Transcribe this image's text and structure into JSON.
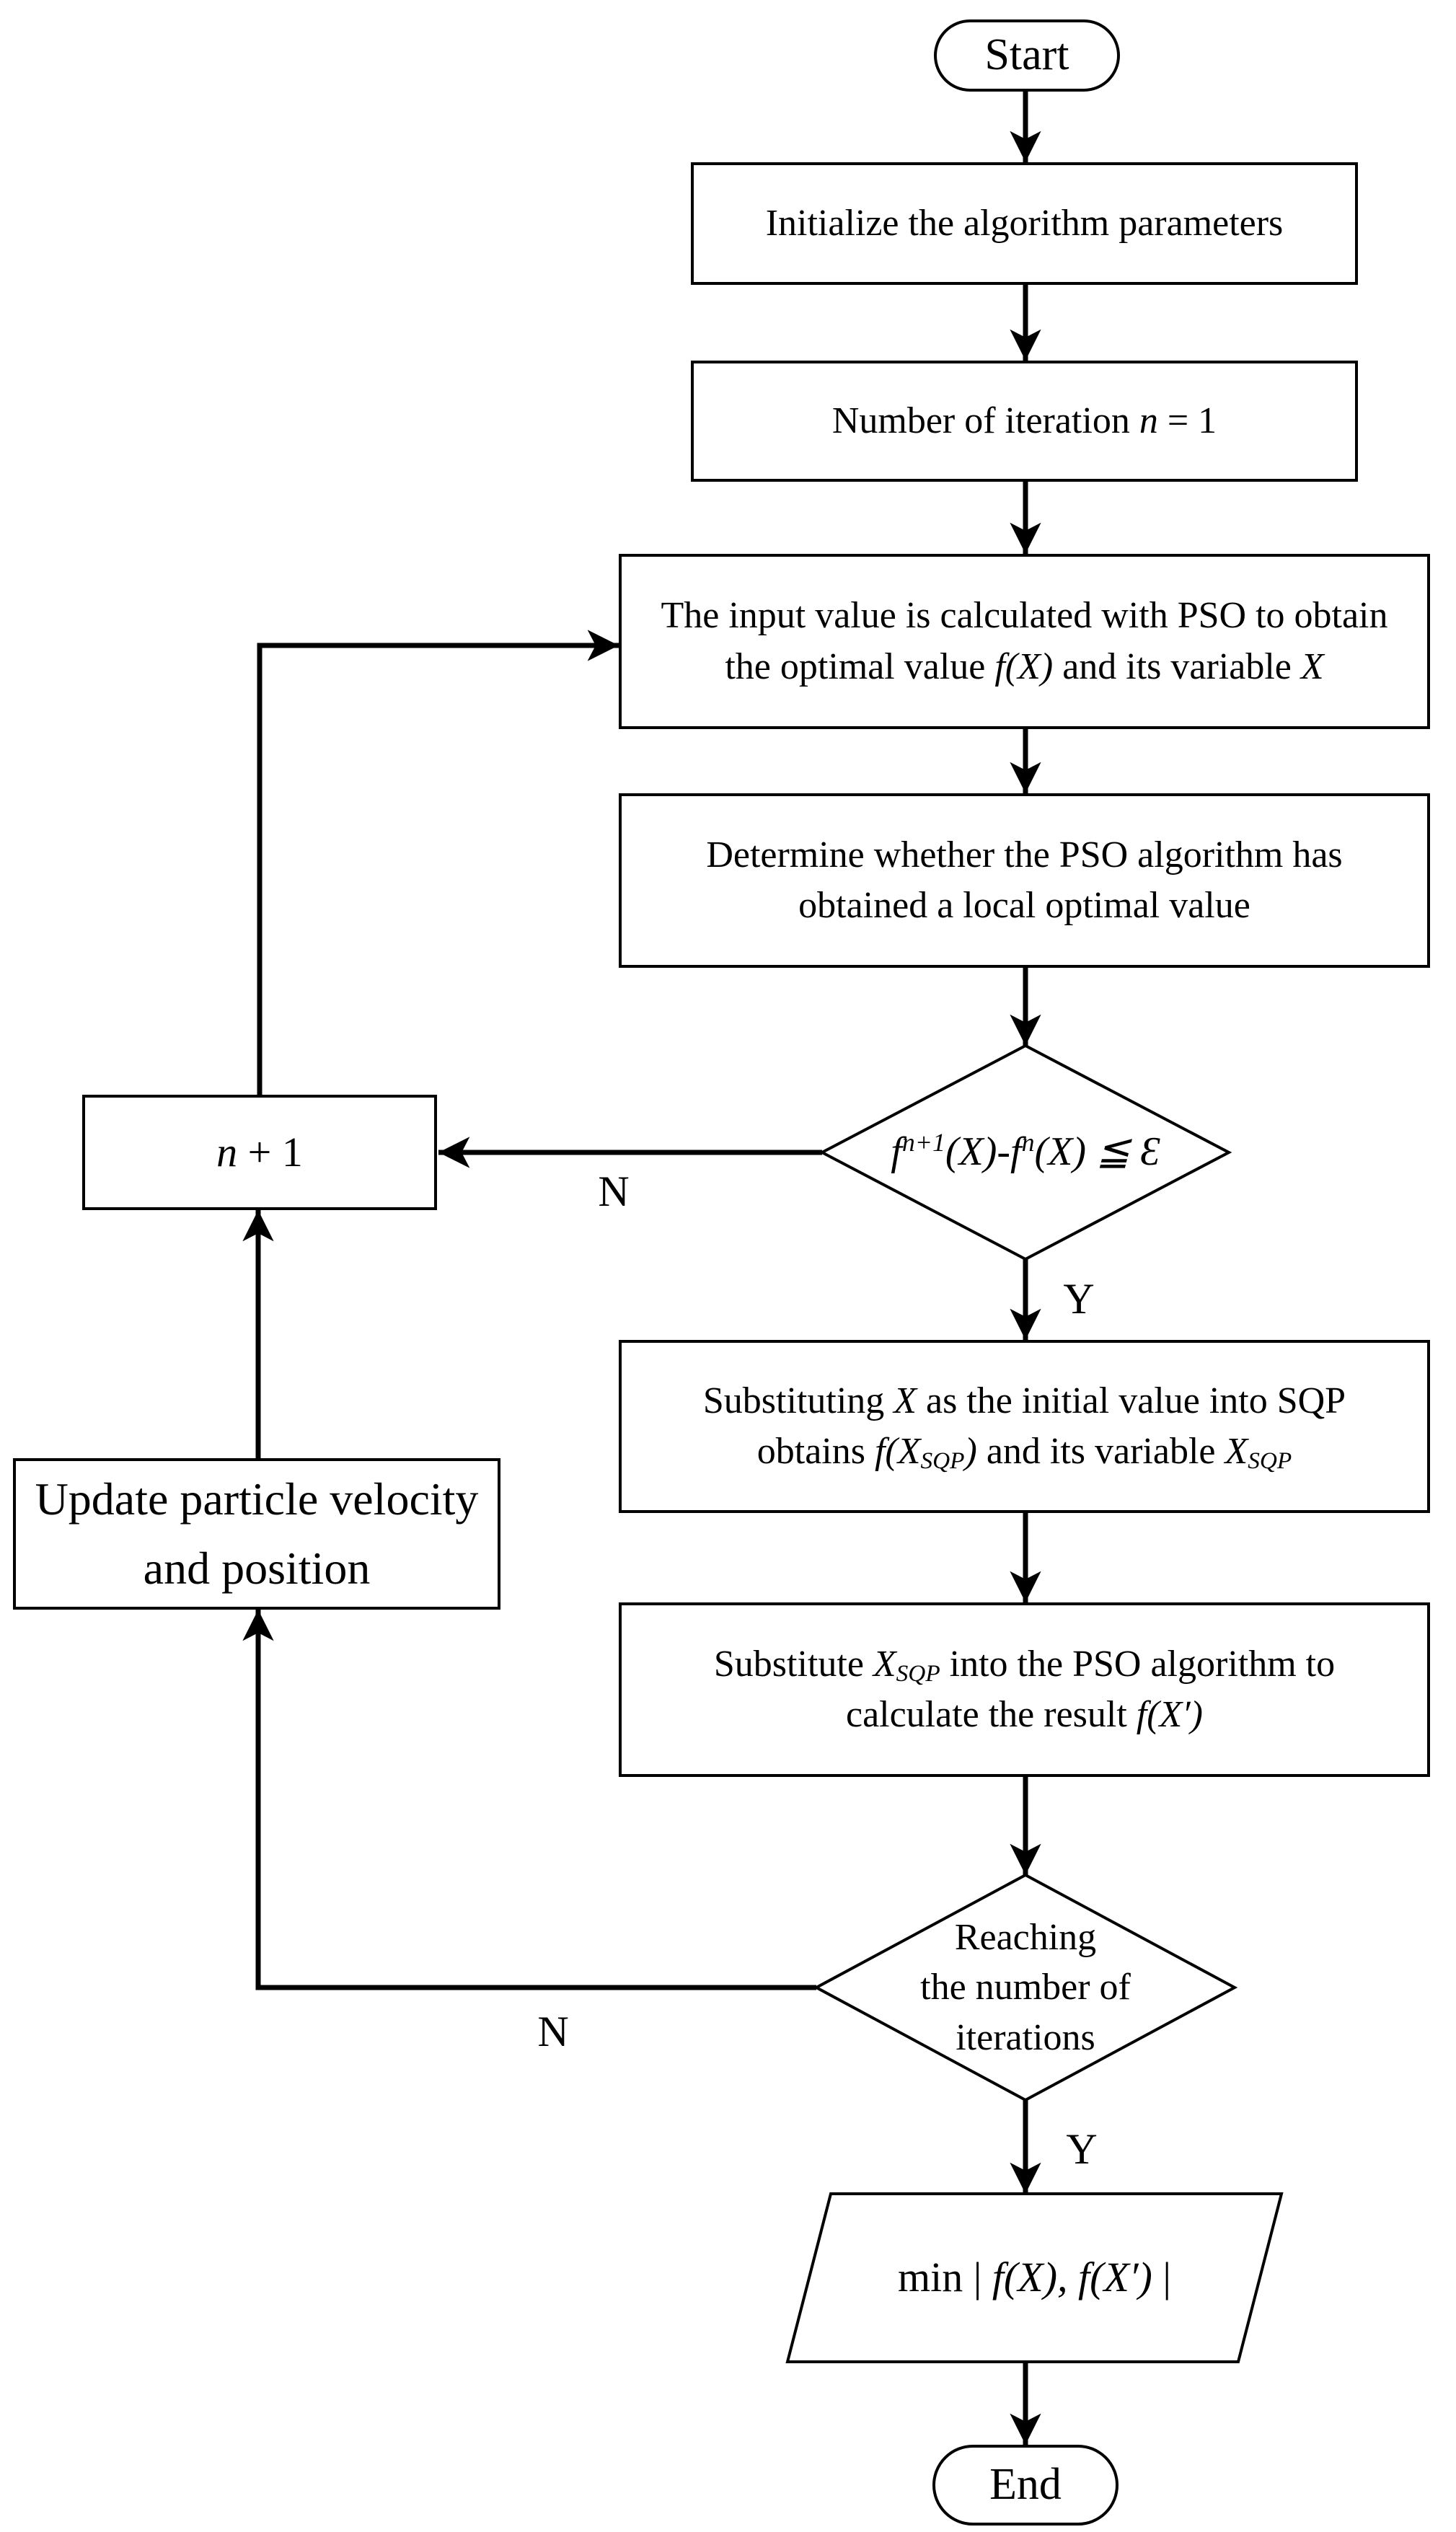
{
  "diagram": {
    "kind": "flowchart",
    "colors": {
      "line": "#000000",
      "fill": "#ffffff",
      "text": "#000000"
    }
  },
  "nodes": {
    "start": {
      "shape": "terminator",
      "label": "Start"
    },
    "init": {
      "shape": "process",
      "label": "Initialize the algorithm parameters"
    },
    "iter": {
      "shape": "process",
      "parts": [
        {
          "t": "Number of iteration "
        },
        {
          "t": "n",
          "i": true
        },
        {
          "t": " = 1"
        }
      ]
    },
    "pso": {
      "shape": "process",
      "parts": [
        {
          "t": "The input value is calculated with PSO to obtain the optimal value "
        },
        {
          "t": "f(X)",
          "i": true
        },
        {
          "t": " and its variable "
        },
        {
          "t": "X",
          "i": true
        }
      ]
    },
    "determine": {
      "shape": "process",
      "label": "Determine whether the PSO algorithm has obtained a local optimal value"
    },
    "converge": {
      "shape": "decision",
      "parts": [
        {
          "t": "f",
          "i": true
        },
        {
          "t": "n+1",
          "i": true,
          "v": "sup"
        },
        {
          "t": "(X)-f",
          "i": true
        },
        {
          "t": "n",
          "i": true,
          "v": "sup"
        },
        {
          "t": "(X) ",
          "i": true
        },
        {
          "t": "≦ ",
          "i": true
        },
        {
          "t": "Ɛ",
          "i": true
        }
      ]
    },
    "increment": {
      "shape": "process",
      "parts": [
        {
          "t": "n",
          "i": true
        },
        {
          "t": " + 1"
        }
      ]
    },
    "sqp": {
      "shape": "process",
      "parts": [
        {
          "t": "Substituting "
        },
        {
          "t": "X",
          "i": true
        },
        {
          "t": " as the initial value into SQP obtains "
        },
        {
          "t": "f(X",
          "i": true
        },
        {
          "t": "SQP",
          "i": true,
          "v": "sub"
        },
        {
          "t": ")",
          "i": true
        },
        {
          "t": " and its variable "
        },
        {
          "t": "X",
          "i": true
        },
        {
          "t": "SQP",
          "i": true,
          "v": "sub"
        }
      ]
    },
    "update": {
      "shape": "process",
      "label": "Update particle velocity and position"
    },
    "recalc": {
      "shape": "process",
      "parts": [
        {
          "t": "Substitute "
        },
        {
          "t": "X",
          "i": true
        },
        {
          "t": "SQP",
          "i": true,
          "v": "sub"
        },
        {
          "t": " into the PSO algorithm to calculate the result "
        },
        {
          "t": "f(X′)",
          "i": true
        }
      ]
    },
    "maxiter": {
      "shape": "decision",
      "parts": [
        {
          "t": "Reaching"
        },
        {
          "br": true
        },
        {
          "t": "the number of"
        },
        {
          "br": true
        },
        {
          "t": "iterations"
        }
      ]
    },
    "output": {
      "shape": "data",
      "parts": [
        {
          "t": "min | "
        },
        {
          "t": "f(X), f(X′)",
          "i": true
        },
        {
          "t": " |"
        }
      ]
    },
    "end": {
      "shape": "terminator",
      "label": "End"
    }
  },
  "edge_labels": {
    "converge_no": "N",
    "converge_yes": "Y",
    "maxiter_no": "N",
    "maxiter_yes": "Y"
  }
}
